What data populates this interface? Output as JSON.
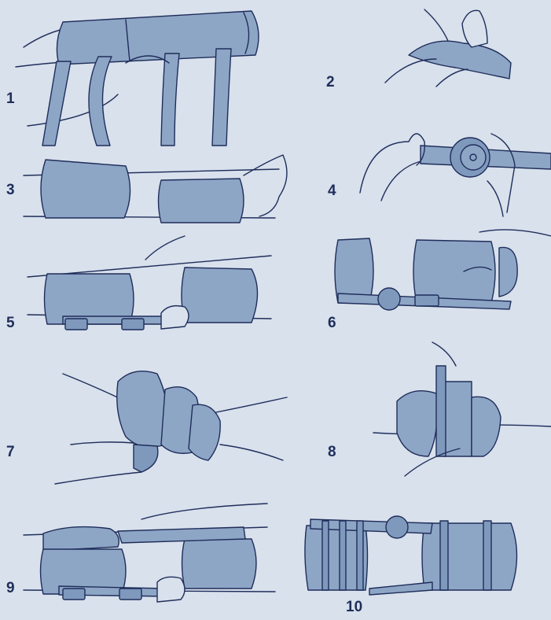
{
  "theme": {
    "background": "#d8e1ec",
    "pad_color": "#8ea6c6",
    "line_color": "#1f2d5a"
  },
  "steps": [
    {
      "number": "1"
    },
    {
      "number": "2"
    },
    {
      "number": "3"
    },
    {
      "number": "4"
    },
    {
      "number": "5"
    },
    {
      "number": "6"
    },
    {
      "number": "7"
    },
    {
      "number": "8"
    },
    {
      "number": "9"
    },
    {
      "number": "10"
    }
  ]
}
